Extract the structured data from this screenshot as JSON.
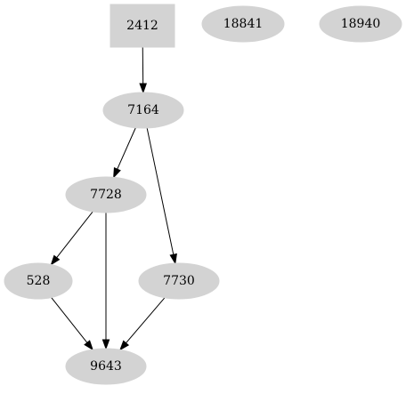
{
  "graph": {
    "nodes": [
      {
        "id": "n2412",
        "label": "2412",
        "shape": "box"
      },
      {
        "id": "n18841",
        "label": "18841",
        "shape": "ellipse"
      },
      {
        "id": "n18940",
        "label": "18940",
        "shape": "ellipse"
      },
      {
        "id": "n7164",
        "label": "7164",
        "shape": "ellipse"
      },
      {
        "id": "n7728",
        "label": "7728",
        "shape": "ellipse"
      },
      {
        "id": "n528",
        "label": "528",
        "shape": "ellipse"
      },
      {
        "id": "n7730",
        "label": "7730",
        "shape": "ellipse"
      },
      {
        "id": "n9643",
        "label": "9643",
        "shape": "ellipse"
      }
    ],
    "edges": [
      {
        "from": "n2412",
        "to": "n7164"
      },
      {
        "from": "n7164",
        "to": "n7728"
      },
      {
        "from": "n7164",
        "to": "n7730"
      },
      {
        "from": "n7728",
        "to": "n528"
      },
      {
        "from": "n7728",
        "to": "n9643"
      },
      {
        "from": "n528",
        "to": "n9643"
      },
      {
        "from": "n7730",
        "to": "n9643"
      }
    ],
    "colors": {
      "node_fill": "#d3d3d3",
      "edge": "#000000",
      "text": "#000000"
    }
  }
}
